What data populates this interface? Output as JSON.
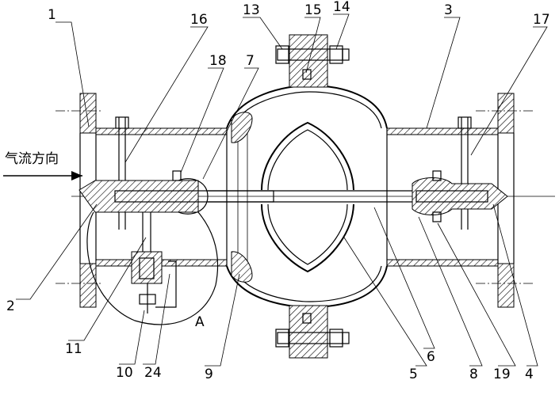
{
  "flow_direction_label": "气流方向",
  "detail_label": "A",
  "part_labels": [
    {
      "id": "p1",
      "text": "1"
    },
    {
      "id": "p16",
      "text": "16"
    },
    {
      "id": "p18",
      "text": "18"
    },
    {
      "id": "p7",
      "text": "7"
    },
    {
      "id": "p13",
      "text": "13"
    },
    {
      "id": "p15",
      "text": "15"
    },
    {
      "id": "p14",
      "text": "14"
    },
    {
      "id": "p3",
      "text": "3"
    },
    {
      "id": "p17",
      "text": "17"
    },
    {
      "id": "p2",
      "text": "2"
    },
    {
      "id": "p11",
      "text": "11"
    },
    {
      "id": "p10",
      "text": "10"
    },
    {
      "id": "p24",
      "text": "24"
    },
    {
      "id": "p9",
      "text": "9"
    },
    {
      "id": "p5",
      "text": "5"
    },
    {
      "id": "p6",
      "text": "6"
    },
    {
      "id": "p8",
      "text": "8"
    },
    {
      "id": "p19",
      "text": "19"
    },
    {
      "id": "p4",
      "text": "4"
    }
  ]
}
